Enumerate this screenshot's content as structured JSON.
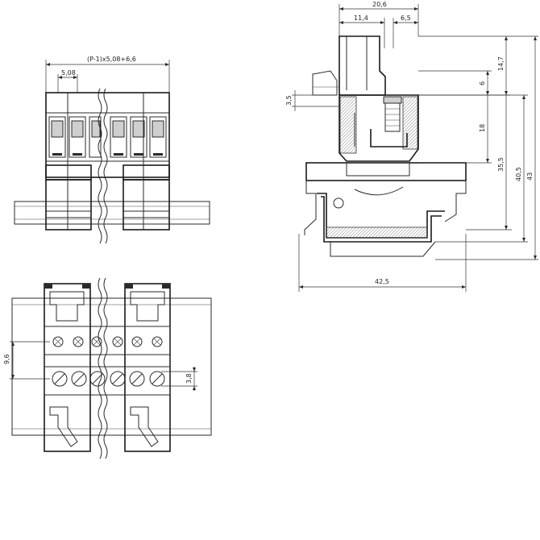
{
  "top_view": {
    "pitch_formula": "(P-1)x5,08+6,6",
    "pitch": "5,08"
  },
  "front_view": {
    "height_pitch": "9,6",
    "screw_offset": "3,8"
  },
  "side_view": {
    "width_top": "20,6",
    "width_left": "11,4",
    "width_right": "6,5",
    "height_cap": "14,7",
    "height_small": "6",
    "height_mid": "18",
    "height_35": "35,5",
    "height_40": "40,5",
    "height_total": "43",
    "side_offset": "3,5",
    "total_width": "42,5"
  }
}
